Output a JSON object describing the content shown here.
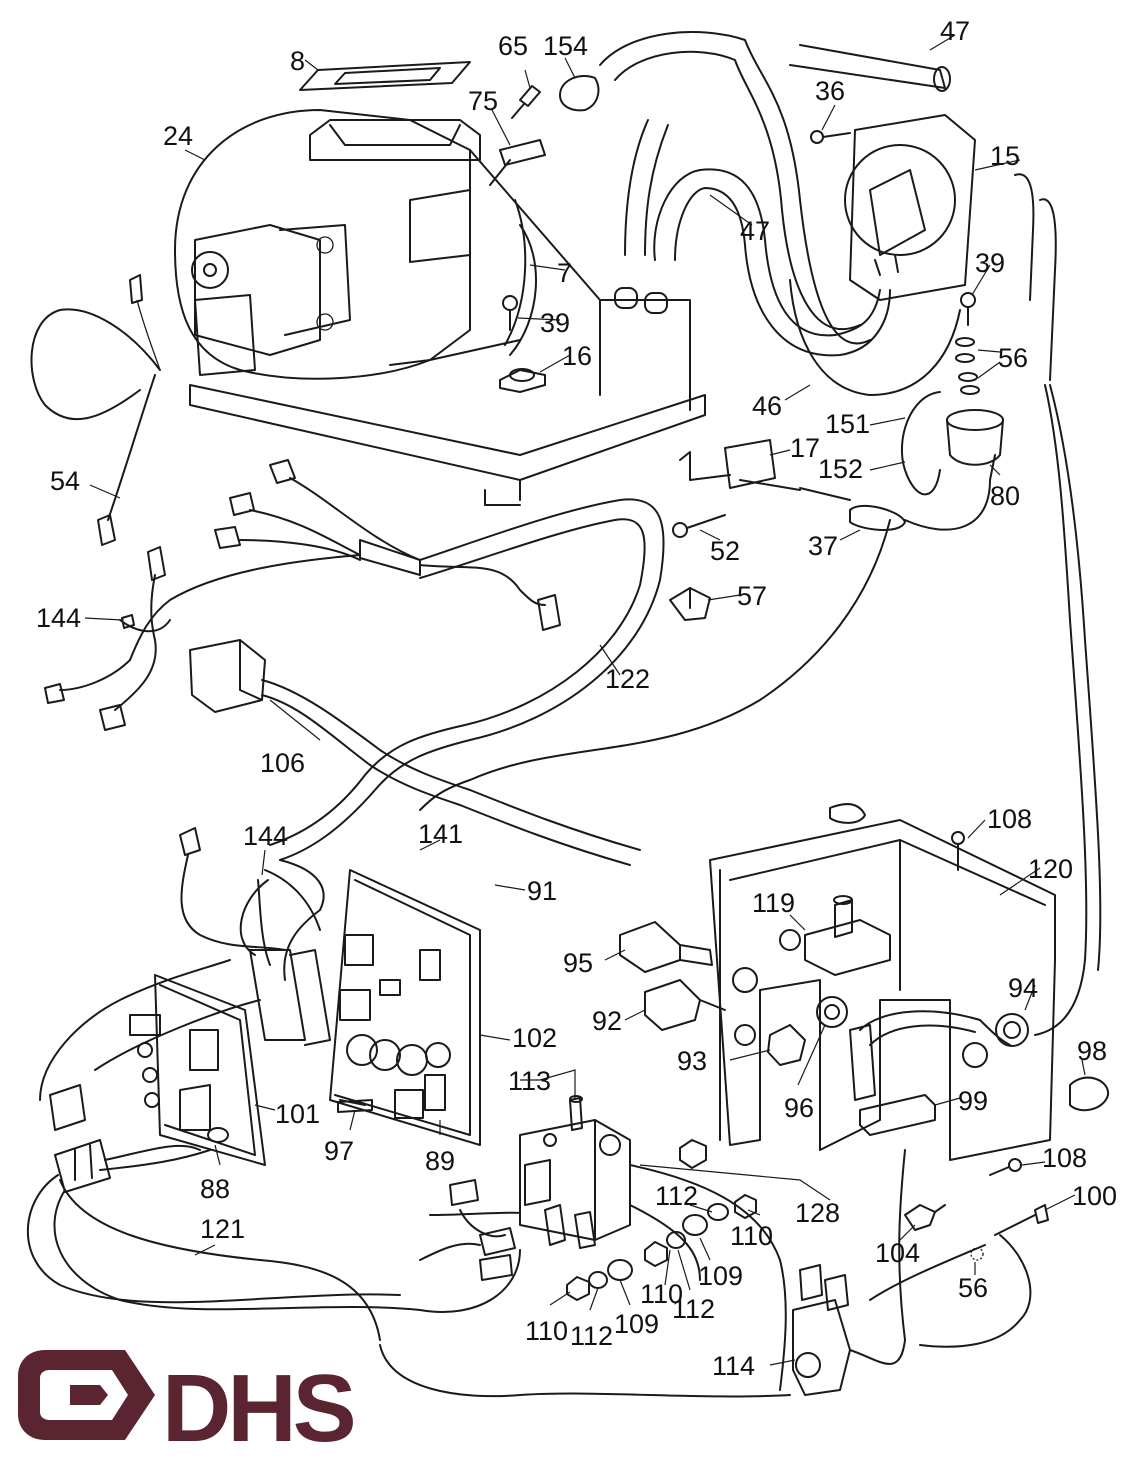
{
  "labels": {
    "p8": "8",
    "p65": "65",
    "p154": "154",
    "p47a": "47",
    "p24": "24",
    "p75": "75",
    "p36": "36",
    "p15": "15",
    "p7": "7",
    "p47b": "47",
    "p39a": "39",
    "p39b": "39",
    "p16": "16",
    "p56a": "56",
    "p46": "46",
    "p151": "151",
    "p17": "17",
    "p152": "152",
    "p54": "54",
    "p80": "80",
    "p52": "52",
    "p37": "37",
    "p57": "57",
    "p144a": "144",
    "p122": "122",
    "p106": "106",
    "p108a": "108",
    "p141": "141",
    "p144b": "144",
    "p120": "120",
    "p91": "91",
    "p119": "119",
    "p95": "95",
    "p94": "94",
    "p92": "92",
    "p102": "102",
    "p93": "93",
    "p98": "98",
    "p113": "113",
    "p96": "96",
    "p99": "99",
    "p101": "101",
    "p97": "97",
    "p89": "89",
    "p88": "88",
    "p108b": "108",
    "p112a": "112",
    "p110a": "110",
    "p128": "128",
    "p100": "100",
    "p121": "121",
    "p109a": "109",
    "p104": "104",
    "p110b": "110",
    "p112b": "112",
    "p56b": "56",
    "p110c": "110",
    "p112c": "112",
    "p109b": "109",
    "p114": "114"
  },
  "logo": {
    "text": "DHS",
    "color": "#5a2430"
  }
}
